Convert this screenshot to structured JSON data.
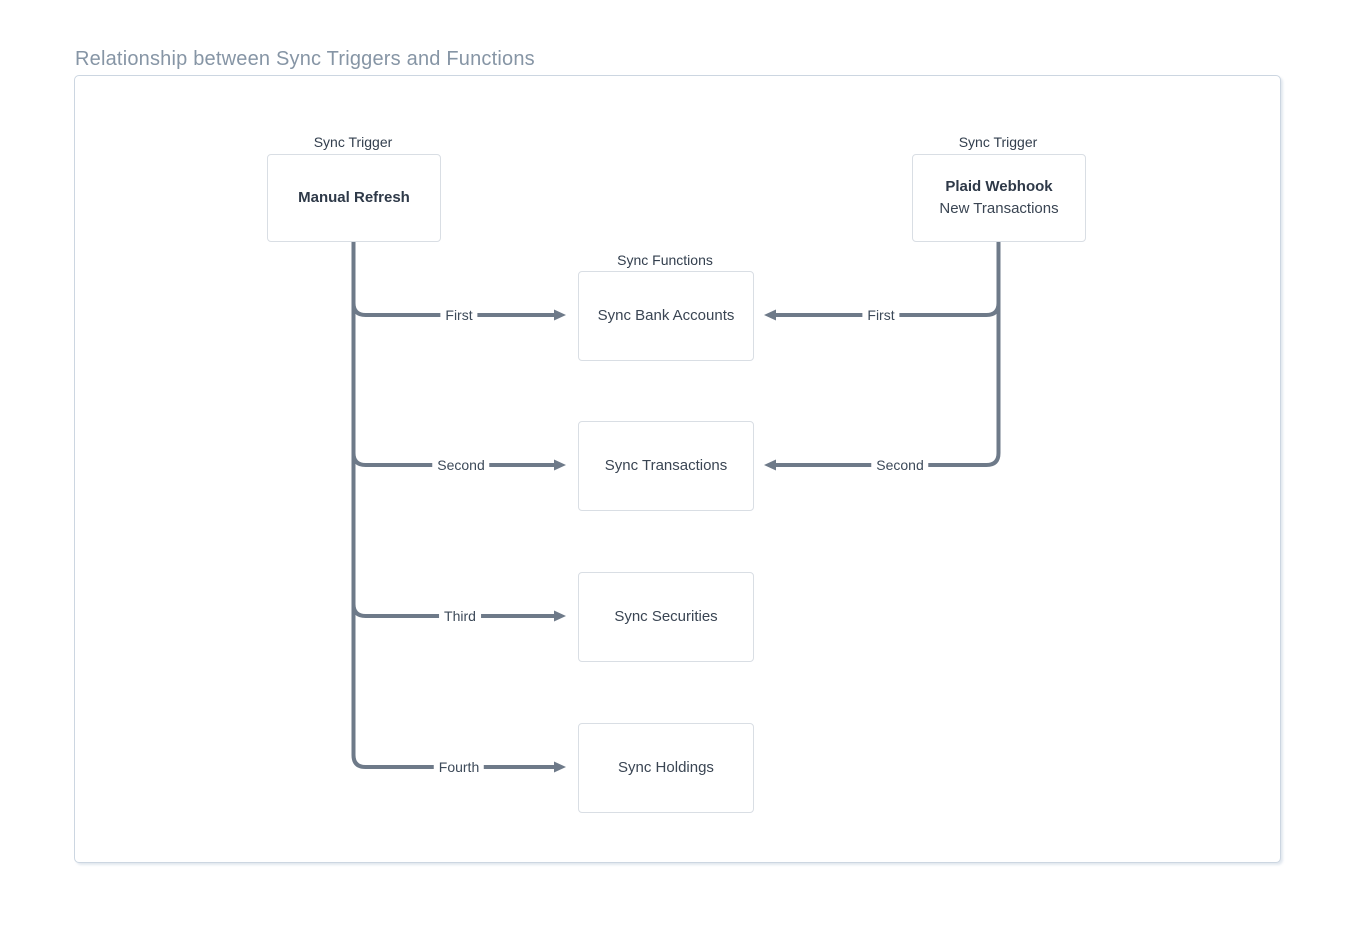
{
  "title": "Relationship between Sync Triggers and Functions",
  "colors": {
    "line": "#6e7a89",
    "node_border": "#d9dee4",
    "panel_border": "#ccd6e1",
    "title_text": "#8695a5",
    "node_text": "#3a4553"
  },
  "triggers": {
    "group_label": "Sync Trigger",
    "manual": {
      "title": "Manual Refresh"
    },
    "webhook": {
      "title": "Plaid Webhook",
      "subtitle": "New Transactions"
    }
  },
  "functions_group_label": "Sync Functions",
  "functions": [
    "Sync Bank Accounts",
    "Sync Transactions",
    "Sync Securities",
    "Sync Holdings"
  ],
  "edges": {
    "manual": [
      "First",
      "Second",
      "Third",
      "Fourth"
    ],
    "webhook": [
      "First",
      "Second"
    ]
  }
}
